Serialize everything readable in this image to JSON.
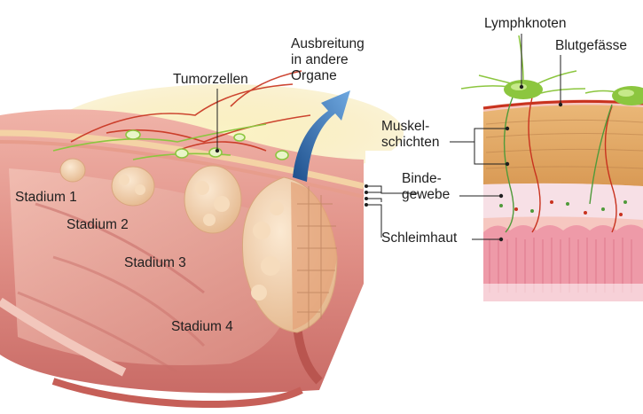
{
  "labels": {
    "tumorzellen": "Tumorzellen",
    "ausbreitung": "Ausbreitung\nin andere\nOrgane",
    "stadium1": "Stadium 1",
    "stadium2": "Stadium 2",
    "stadium3": "Stadium 3",
    "stadium4": "Stadium 4",
    "lymphknoten": "Lymphknoten",
    "blutgefaesse": "Blutgefässe",
    "muskelschichten": "Muskel-\nschichten",
    "bindegewebe": "Binde-\ngewebe",
    "schleimhaut": "Schleimhaut"
  },
  "colors": {
    "tissue_pink": "#e8a39a",
    "muscle_orange": "#e3a968",
    "tumor_cream": "#f2d6b4",
    "fat_yellow": "#f7e9a0",
    "vessel_red": "#c8321e",
    "lymph_green": "#8cc63f",
    "arrow_blue": "#2a6fb5"
  }
}
